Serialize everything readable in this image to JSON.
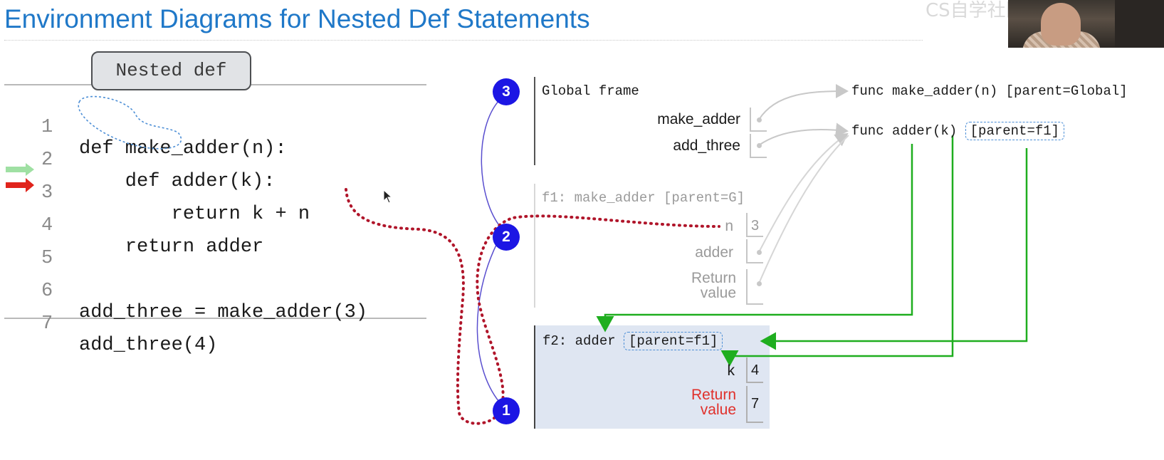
{
  "title": "Environment Diagrams for Nested Def Statements",
  "watermark": "CS自学社区 bilibili",
  "callout": "Nested def",
  "code_lines": [
    {
      "num": "1",
      "text": "def make_adder(n):"
    },
    {
      "num": "2",
      "text": "    def adder(k):"
    },
    {
      "num": "3",
      "text": "        return k + n"
    },
    {
      "num": "4",
      "text": "    return adder"
    },
    {
      "num": "5",
      "text": ""
    },
    {
      "num": "6",
      "text": "add_three = make_adder(3)"
    },
    {
      "num": "7",
      "text": "add_three(4)"
    }
  ],
  "global_frame": {
    "label": "Global frame",
    "vars": [
      {
        "name": "make_adder"
      },
      {
        "name": "add_three"
      }
    ]
  },
  "f1_frame": {
    "label": "f1: make_adder [parent=G]",
    "vars": [
      {
        "name": "n",
        "value": "3"
      },
      {
        "name": "adder"
      },
      {
        "name": "Return value"
      }
    ]
  },
  "f2_frame": {
    "label_prefix": "f2: adder",
    "parent": "[parent=f1]",
    "vars": [
      {
        "name": "k",
        "value": "4"
      },
      {
        "name": "Return value",
        "value": "7"
      }
    ]
  },
  "func_objects": [
    {
      "text": "func make_adder(n) [parent=Global]"
    },
    {
      "text": "func adder(k)",
      "parent": "[parent=f1]"
    }
  ],
  "badges": [
    "3",
    "2",
    "1"
  ],
  "colors": {
    "title": "#1f78c8",
    "badge": "#1c16e4",
    "green_pointer": "#1fae1f",
    "red_trace": "#b0152a",
    "return_label": "#e0302b",
    "f2_background": "#dfe6f2"
  }
}
